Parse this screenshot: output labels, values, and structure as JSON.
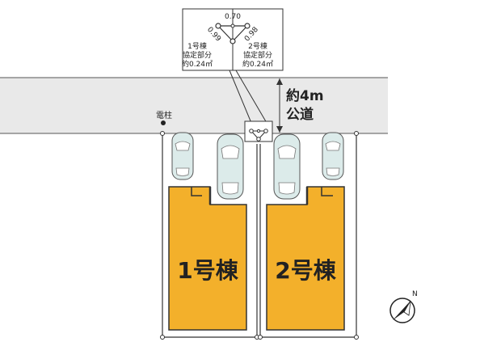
{
  "inset": {
    "top_dimension": "0.70",
    "left_diagonal": "0.99",
    "right_diagonal": "0.98",
    "left_note": [
      "1号棟",
      "協定部分",
      "約0.24㎡"
    ],
    "right_note": [
      "2号棟",
      "協定部分",
      "約0.24㎡"
    ]
  },
  "road": {
    "width": "約4m",
    "type": "公道"
  },
  "utility_pole": "電柱",
  "lots": {
    "lot1": "1号棟",
    "lot2": "2号棟"
  },
  "north_marker": "N",
  "colors": {
    "building": "#f3b02b",
    "road": "#e9e9e9",
    "car_fill": "#dcebea",
    "line": "#333333"
  }
}
